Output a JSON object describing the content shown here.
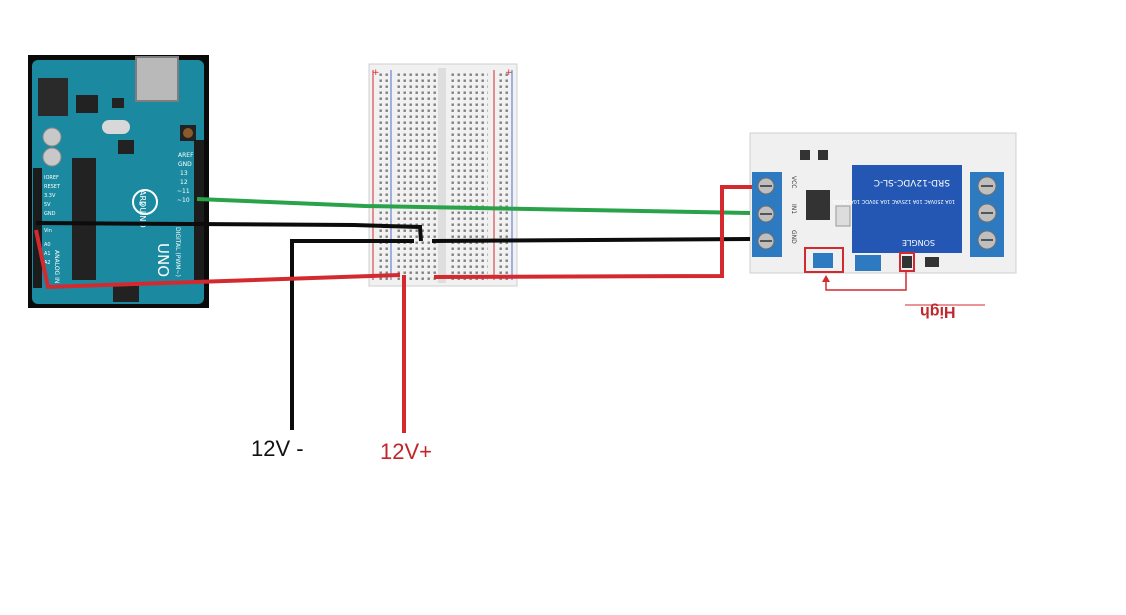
{
  "labels": {
    "negative_supply": "12V -",
    "positive_supply": "12V+",
    "jumper_setting": "High"
  },
  "arduino": {
    "board_name": "UNO",
    "brand": "ARDUINO",
    "header_labels": [
      "AREF",
      "GND",
      "13",
      "12",
      "~11",
      "~10"
    ],
    "power_labels": [
      "IOREF",
      "RESET",
      "3.3V",
      "5V",
      "GND",
      "Vin"
    ],
    "analog_labels": [
      "A0",
      "A1",
      "A2"
    ],
    "digital_label": "DIGITAL (PWM~)",
    "analog_in_label": "ANALOG IN"
  },
  "relay": {
    "relay_text": "SRD-12VDC-SL-C",
    "ratings_text": "10A 250VAC 10A 125VAC 10A 30VDC 10A 28VDC",
    "brand": "SONGLE",
    "pin_labels": [
      "VCC",
      "IN1",
      "GND"
    ]
  },
  "colors": {
    "wire_red": "#d42a2f",
    "wire_black": "#0c0c0c",
    "wire_green": "#2aa24a",
    "arduino_teal": "#1b8aa0",
    "relay_blue": "#2357b3"
  }
}
